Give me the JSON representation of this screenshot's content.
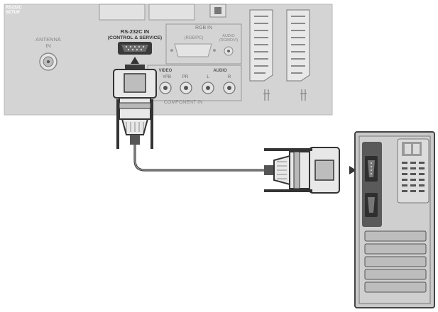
{
  "tv_panel": {
    "corner_label": "RS232C\nSETUP",
    "antenna_label_line1": "ANTENNA",
    "antenna_label_line2": "IN",
    "rs232c_label_line1": "RS-232C IN",
    "rs232c_label_line2": "(CONTROL & SERVICE)",
    "rgb_in_label": "RGB IN",
    "rgb_pc_label": "(RGB/PC)",
    "audio_rgb_dvi_label_line1": "AUDIO",
    "audio_rgb_dvi_label_line2": "(RGB/DVI)",
    "video_label": "VIDEO",
    "audio_label": "AUDIO",
    "y_label": "Y",
    "pb_label": "PB",
    "pr_label": "PR",
    "l_label": "L",
    "r_label": "R",
    "component_in_label": "COMPONENT IN"
  },
  "colors": {
    "panel": "#d4d4d4",
    "panel_edge": "#b8b8b8",
    "port_dark": "#3a3a3a",
    "cable": "#3d3d3d",
    "pc_body": "#c9c9c9",
    "pc_dark": "#5a5a5a"
  },
  "icons": [
    "antenna-jack-icon",
    "serial-port-icon",
    "scart-port-icon",
    "rca-jack-icon",
    "db9-connector-icon",
    "arrow-icon",
    "pc-tower-icon"
  ]
}
